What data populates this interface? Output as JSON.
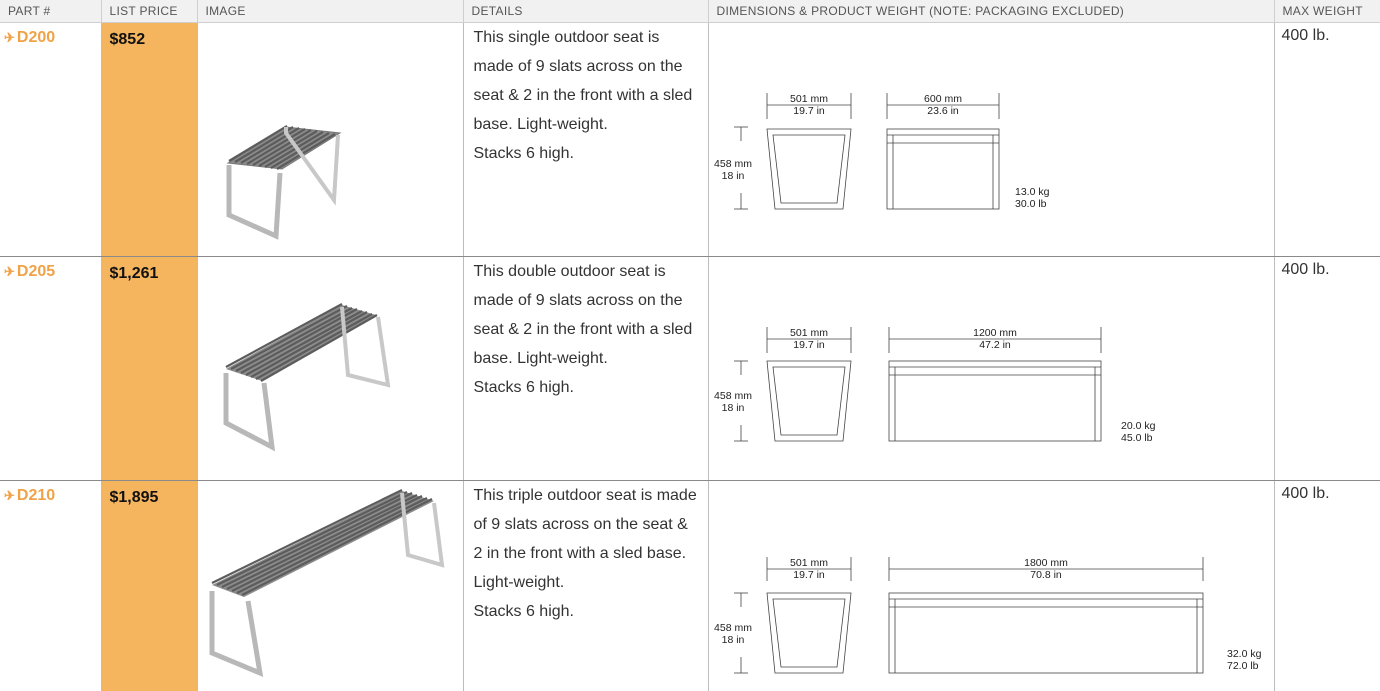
{
  "columns": {
    "part": "PART #",
    "price": "LIST PRICE",
    "image": "IMAGE",
    "details": "DETAILS",
    "dims": "DIMENSIONS & PRODUCT WEIGHT (NOTE: PACKAGING EXCLUDED)",
    "maxw": "MAX WEIGHT"
  },
  "accent_color": "#f0a247",
  "price_bg_color": "#f5b55f",
  "rows": [
    {
      "part": "D200",
      "price": "$852",
      "details": "This single outdoor seat is made of 9 slats across on the seat & 2 in the front with a sled base. Light-weight.",
      "stacks": "Stacks 6 high.",
      "depth_mm": "501 mm",
      "depth_in": "19.7 in",
      "width_mm": "600 mm",
      "width_in": "23.6 in",
      "height_mm": "458 mm",
      "height_in": "18 in",
      "weight_kg": "13.0 kg",
      "weight_lb": "30.0 lb",
      "max_weight": "400 lb."
    },
    {
      "part": "D205",
      "price": "$1,261",
      "details": "This double outdoor seat is made of 9 slats across on the seat & 2 in the front with a sled base. Light-weight.",
      "stacks": "Stacks 6 high.",
      "depth_mm": "501 mm",
      "depth_in": "19.7 in",
      "width_mm": "1200 mm",
      "width_in": "47.2 in",
      "height_mm": "458 mm",
      "height_in": "18 in",
      "weight_kg": "20.0 kg",
      "weight_lb": "45.0 lb",
      "max_weight": "400 lb."
    },
    {
      "part": "D210",
      "price": "$1,895",
      "details": "This triple outdoor seat is made of 9 slats across on the seat & 2 in the front with a sled base. Light-weight.",
      "stacks": "Stacks 6 high.",
      "depth_mm": "501 mm",
      "depth_in": "19.7 in",
      "width_mm": "1800 mm",
      "width_in": "70.8 in",
      "height_mm": "458 mm",
      "height_in": "18 in",
      "weight_kg": "32.0 kg",
      "weight_lb": "72.0 lb",
      "max_weight": "400 lb."
    }
  ]
}
